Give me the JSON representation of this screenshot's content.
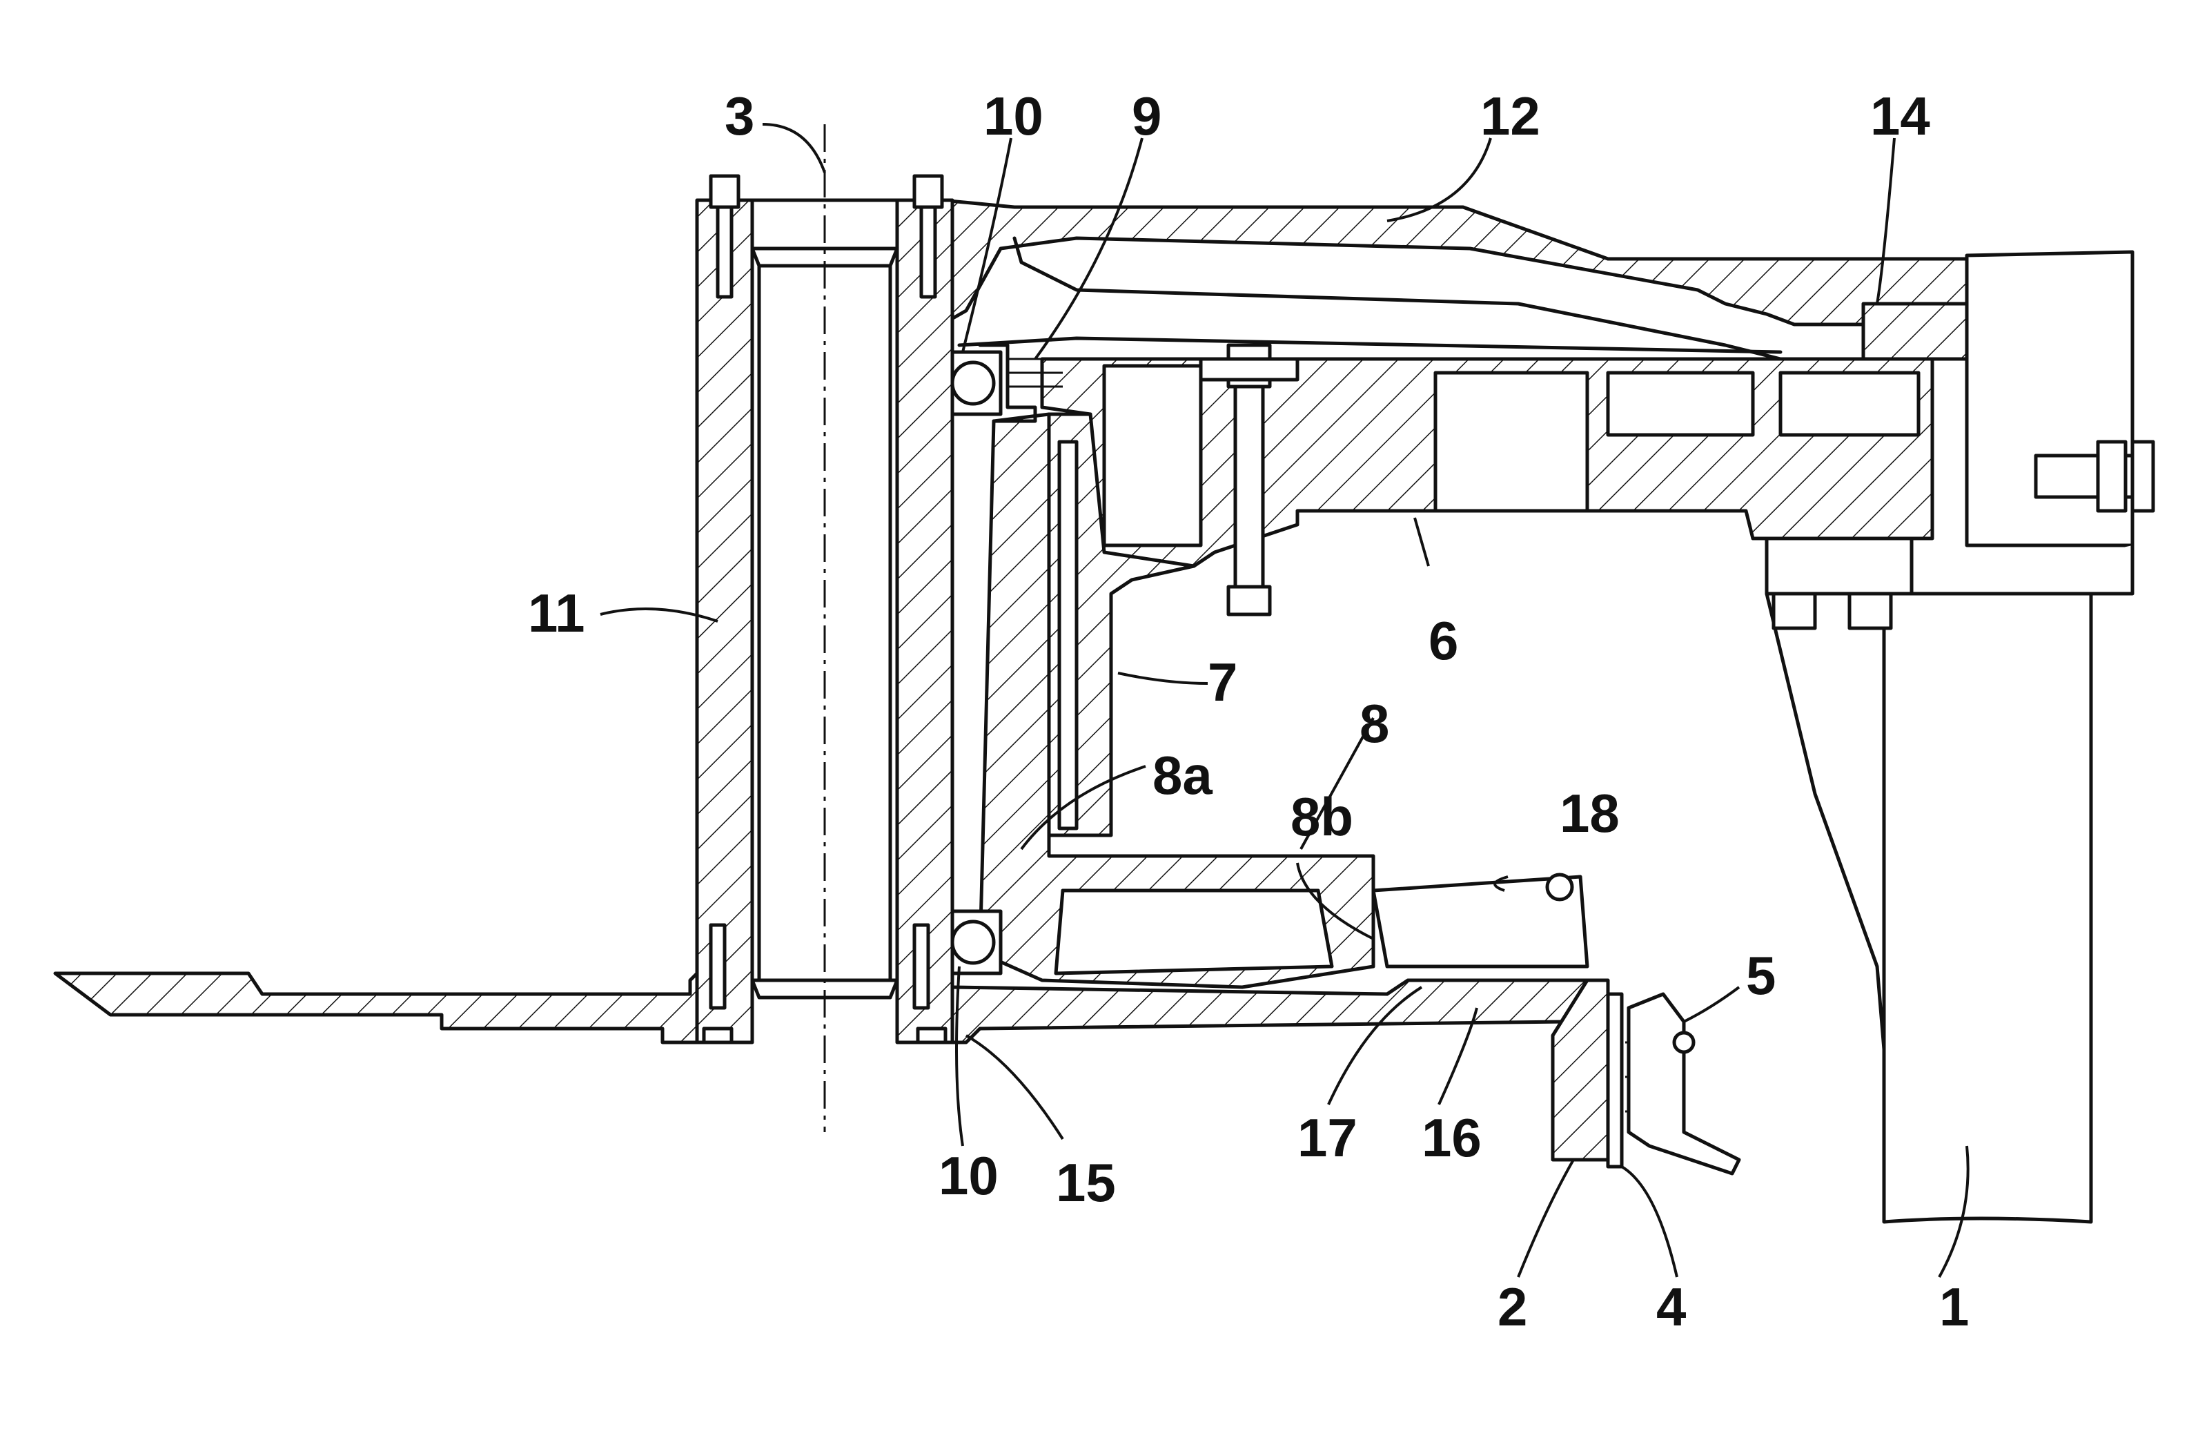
{
  "labels": {
    "l1": "1",
    "l2": "2",
    "l3": "3",
    "l4": "4",
    "l5": "5",
    "l6": "6",
    "l7": "7",
    "l8": "8",
    "l8a": "8a",
    "l8b": "8b",
    "l9": "9",
    "l10_top": "10",
    "l10_bottom": "10",
    "l11": "11",
    "l12": "12",
    "l14": "14",
    "l15": "15",
    "l16": "16",
    "l17": "17",
    "l18": "18"
  }
}
